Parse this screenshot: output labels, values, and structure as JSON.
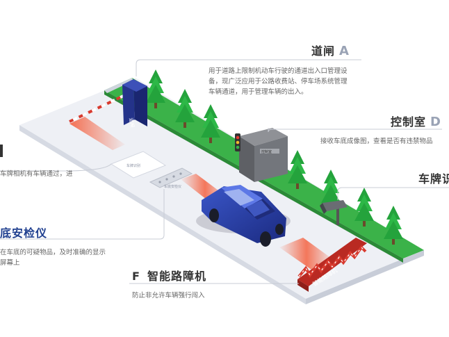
{
  "labels": {
    "gate": {
      "title": "道闸",
      "letter": "A",
      "desc": [
        "用于道路上限制机动车行驶的通道出入口管理设",
        "备，现广泛应用于公路收费站、停车场系统管理",
        "车辆通道，用于管理车辆的出入。"
      ]
    },
    "control": {
      "title": "控制室",
      "letter": "D",
      "desc": [
        "接收车底成像图，查看是否有违禁物品"
      ]
    },
    "plate": {
      "title": "车牌识"
    },
    "left_top": {
      "desc": [
        "车牌相机有车辆通过，进"
      ]
    },
    "under": {
      "title": "底安检仪",
      "desc": [
        "在车底的可疑物品，及时准确的显示",
        "屏幕上"
      ]
    },
    "barrier": {
      "letter": "F",
      "title": "智能路障机",
      "desc": [
        "防止非允许车辆强行闯入"
      ]
    }
  },
  "object_text": {
    "gate_pole": "道闸",
    "barrier_side": "智能路障机",
    "control_box": "控制室",
    "plate_pad": "车牌识别",
    "scan_plate": "车底安检仪"
  },
  "colors": {
    "road": "#eef0f5",
    "grass": "#3bb249",
    "tree": "#24a33c",
    "car": "#2a3fa8",
    "gate": "#24338a",
    "barrier": "#d83a2e",
    "glow": "#f4694a",
    "title_blue": "#1f3f8f"
  }
}
